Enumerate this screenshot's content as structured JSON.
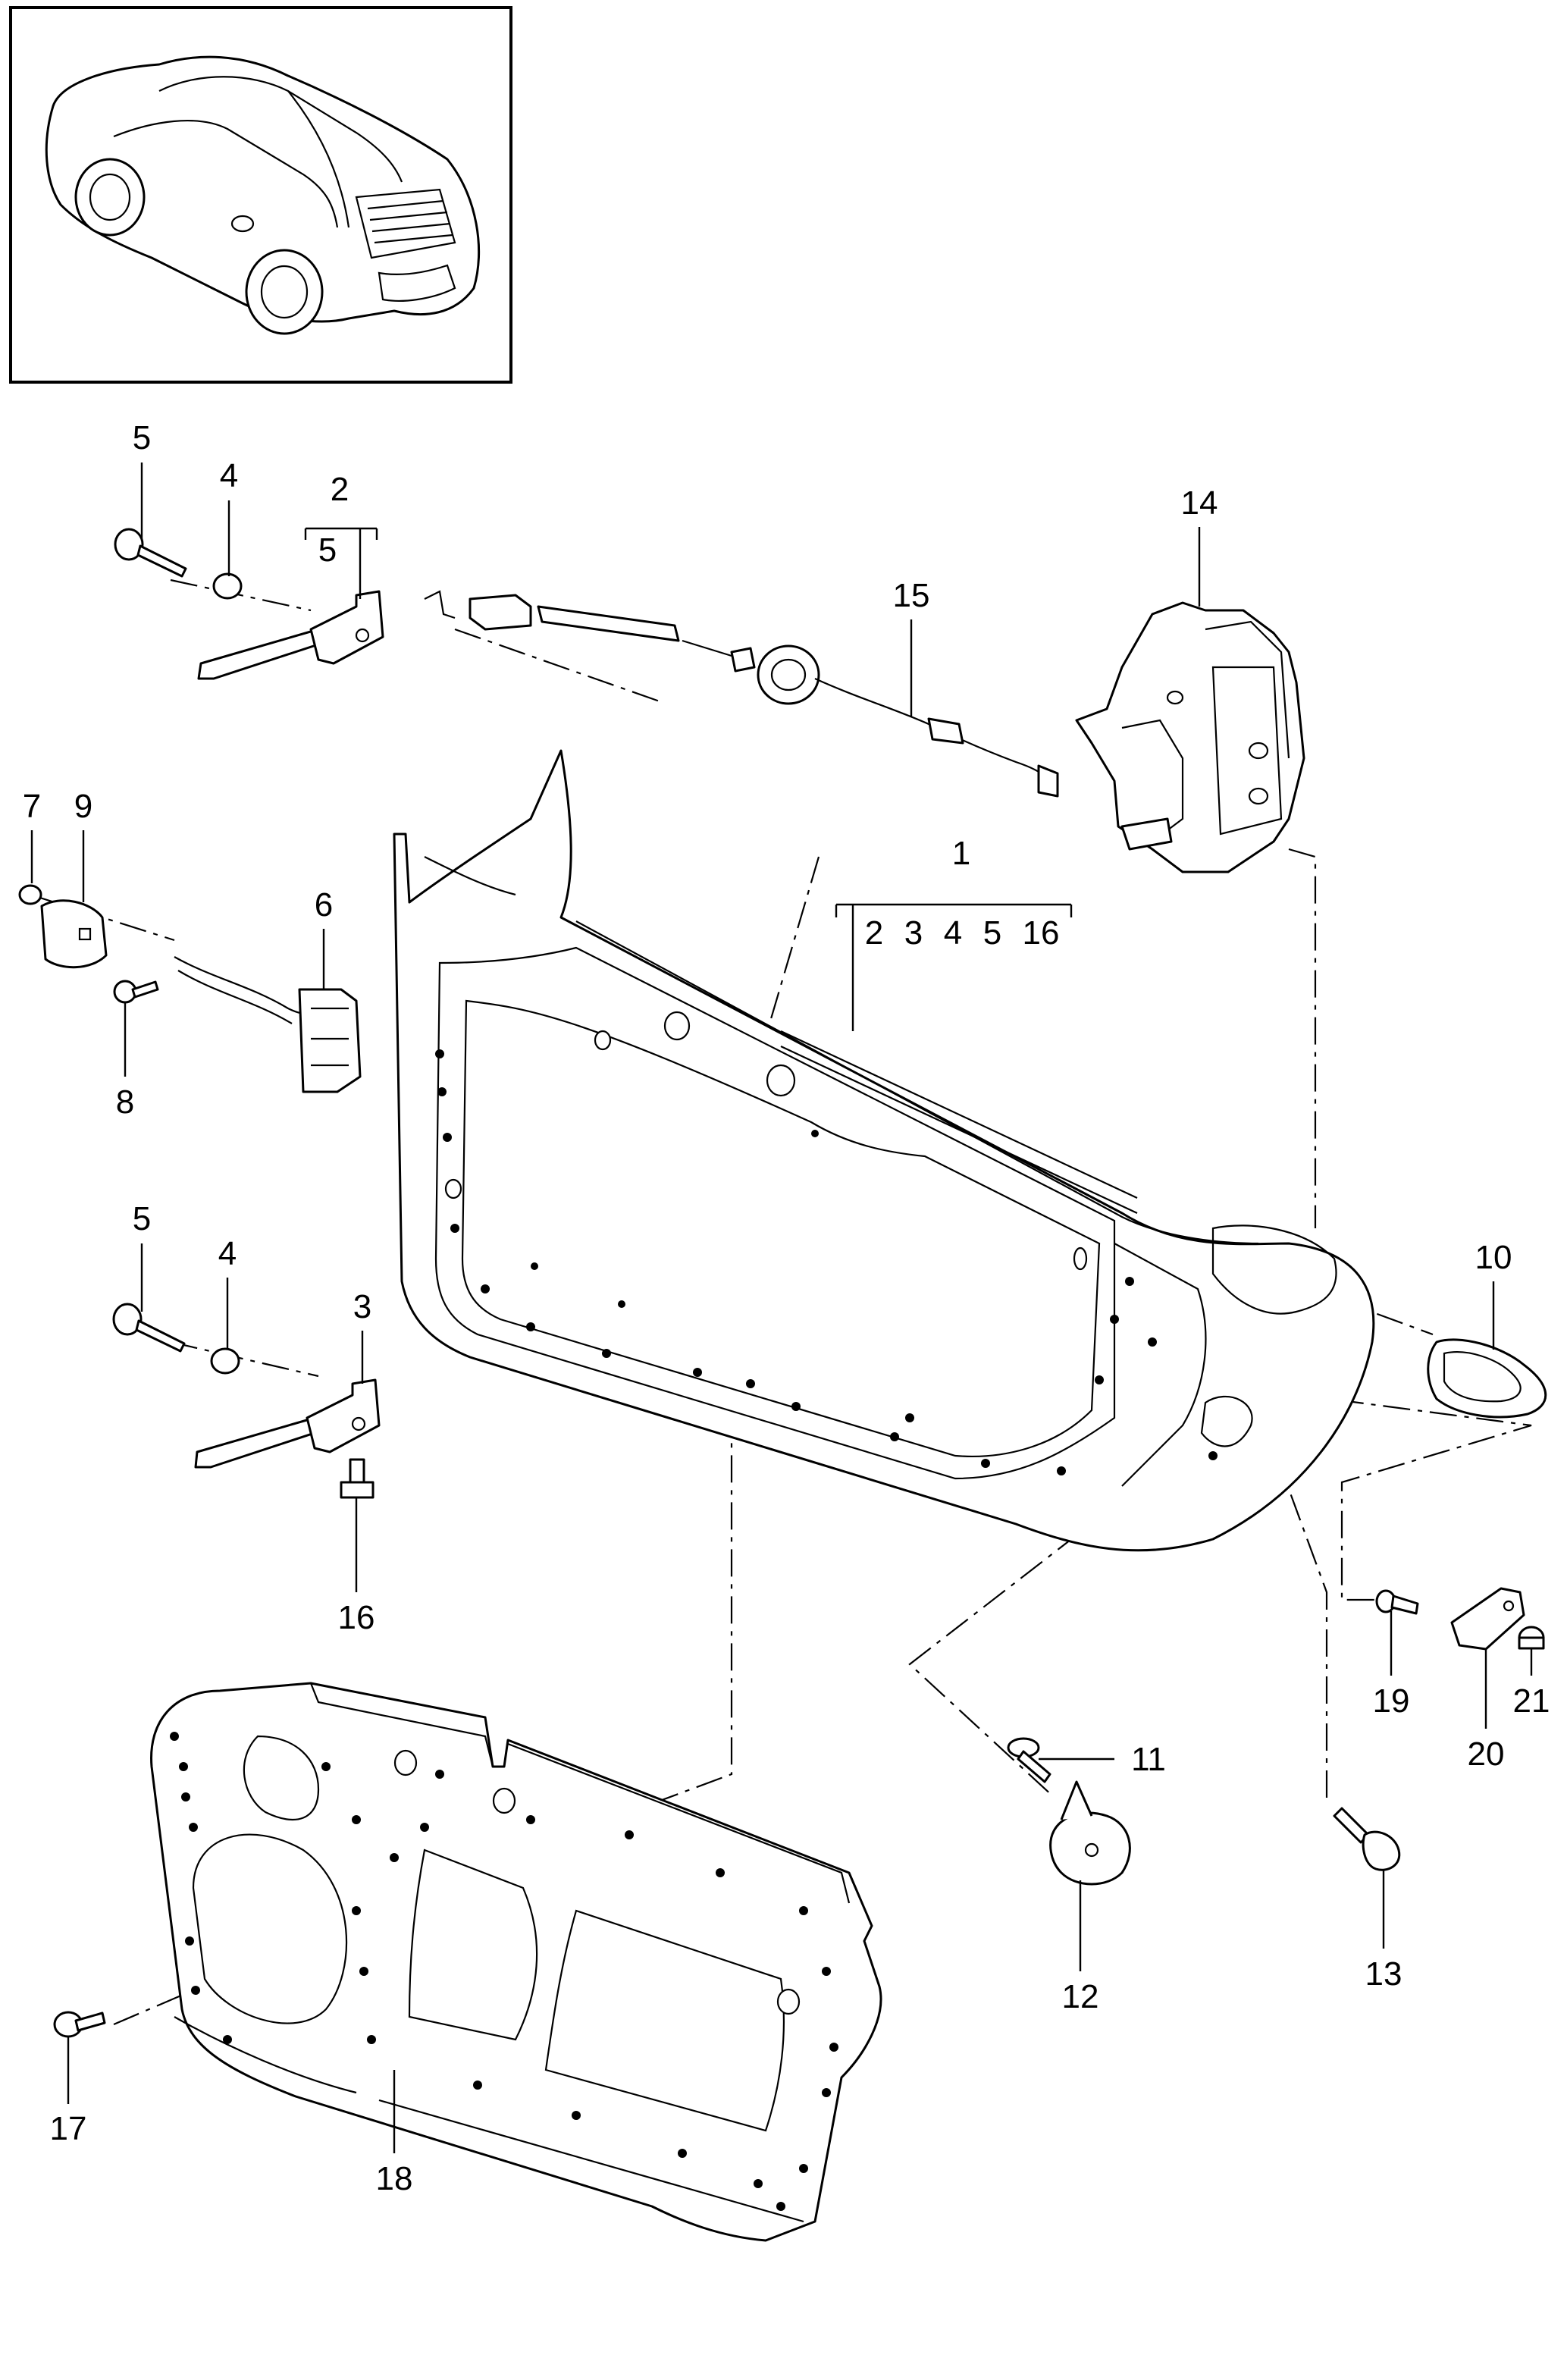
{
  "callouts": {
    "c1": "1",
    "c1_group": [
      "2",
      "3",
      "4",
      "5",
      "16"
    ],
    "c2": "2",
    "c2_group": [
      "5"
    ],
    "c3": "3",
    "c4a": "4",
    "c4b": "4",
    "c5a": "5",
    "c5b": "5",
    "c6": "6",
    "c7": "7",
    "c8": "8",
    "c9": "9",
    "c10": "10",
    "c11": "11",
    "c12": "12",
    "c13": "13",
    "c14": "14",
    "c15": "15",
    "c16": "16",
    "c17": "17",
    "c18": "18",
    "c19": "19",
    "c20": "20",
    "c21": "21"
  },
  "icons": {
    "vehicle_thumbnail": "coupe-rear-three-quarter-icon"
  }
}
